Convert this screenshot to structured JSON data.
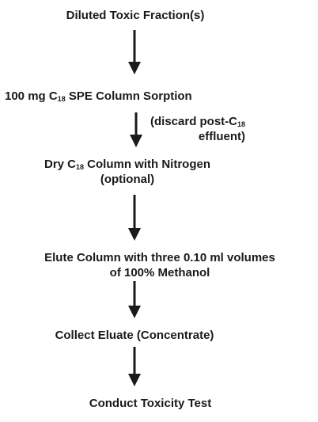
{
  "steps": [
    {
      "text": "Diluted Toxic Fraction(s)"
    },
    {
      "pre": "100 mg C",
      "sub": "18",
      "post": " SPE Column Sorption"
    },
    {
      "line1_pre": "Dry C",
      "line1_sub": "18",
      "line1_post": " Column with Nitrogen",
      "line2": "(optional)"
    },
    {
      "line1": "Elute Column with three 0.10 ml volumes",
      "line2": "of 100% Methanol"
    },
    {
      "text": "Collect Eluate (Concentrate)"
    },
    {
      "text": "Conduct Toxicity Test"
    }
  ],
  "side_note": {
    "line1_pre": "(discard post-C",
    "line1_sub": "18",
    "line2": "effluent)"
  },
  "colors": {
    "ink": "#1a1a1a",
    "background": "#ffffff"
  }
}
